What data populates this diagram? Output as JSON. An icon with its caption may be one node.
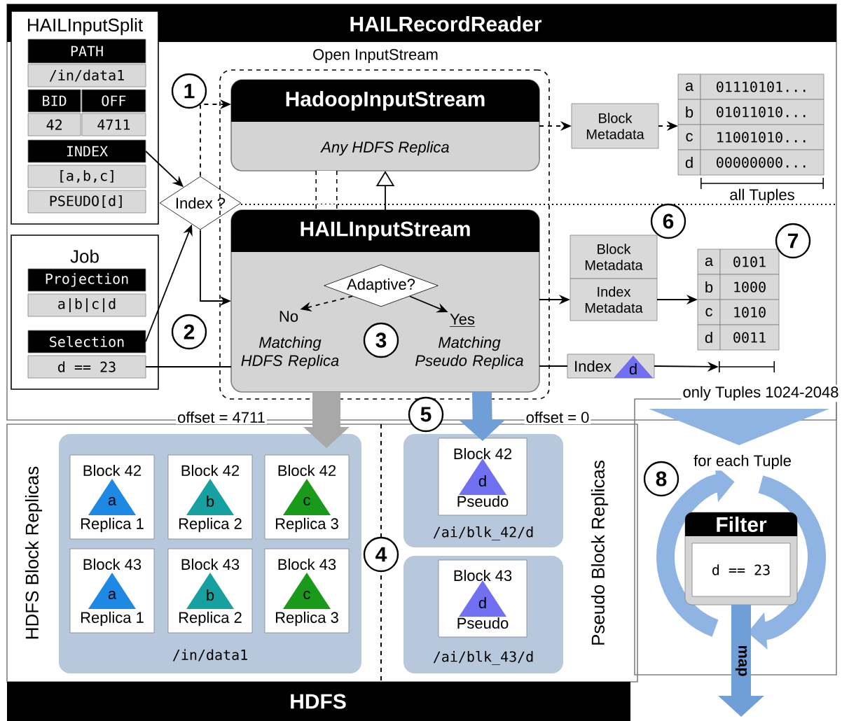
{
  "diagram": {
    "nodes": [
      {
        "text": [
          "HAILRecordReader"
        ]
      },
      {
        "text": [
          "HAILInputSplit"
        ],
        "in": 0
      },
      {
        "text": [
          "PATH"
        ],
        "in": 1
      },
      {
        "text": [
          "/in/data1"
        ],
        "in": 1
      },
      {
        "text": [
          "BID"
        ],
        "in": 1
      },
      {
        "text": [
          "OFF"
        ],
        "in": 1
      },
      {
        "text": [
          "42"
        ],
        "in": 1
      },
      {
        "text": [
          "4711"
        ],
        "in": 1
      },
      {
        "text": [
          "INDEX"
        ],
        "in": 1
      },
      {
        "text": [
          "[a,b,c]"
        ],
        "in": 1
      },
      {
        "text": [
          "PSEUDO[d]"
        ],
        "in": 1
      },
      {
        "text": [
          "Job"
        ],
        "in": 0
      },
      {
        "text": [
          "Projection"
        ],
        "in": 11
      },
      {
        "text": [
          "a|b|c|d"
        ],
        "in": 11
      },
      {
        "text": [
          "Selection"
        ],
        "in": 11
      },
      {
        "text": [
          "d == 23"
        ],
        "in": 11
      },
      {
        "text": [
          "Index ?"
        ],
        "in": 0
      },
      {
        "text": [
          "Open InputStream"
        ],
        "in": 0
      },
      {
        "text": [
          "HadoopInputStream",
          "Any HDFS Replica"
        ],
        "in": 17
      },
      {
        "text": [
          "HAILInputStream",
          "Matching HDFS Replica",
          "Matching Pseudo Replica"
        ],
        "in": 17
      },
      {
        "text": [
          "Adaptive?"
        ],
        "in": 19
      },
      {
        "text": [
          "No"
        ],
        "in": 19
      },
      {
        "text": [
          "Yes"
        ],
        "in": 19
      },
      {
        "text": [
          "Block Metadata"
        ],
        "in": 0
      },
      {
        "text": [
          "a",
          "01110101...",
          "b",
          "01011010...",
          "c",
          "11001010...",
          "d",
          "00000000..."
        ],
        "beside": [
          "all Tuples"
        ],
        "in": 0
      },
      {
        "text": [
          "Block Metadata"
        ],
        "in": 0
      },
      {
        "text": [
          "Index Metadata"
        ],
        "in": 0
      },
      {
        "text": [
          "a",
          "0101",
          "b",
          "1000",
          "c",
          "1010",
          "d",
          "0011"
        ],
        "in": 0
      },
      {
        "text": [
          "Index",
          "d"
        ],
        "in": 0
      },
      {
        "text": [
          "HDFS Block Replicas"
        ]
      },
      {
        "text": [
          "/in/data1"
        ],
        "in": 29
      },
      {
        "text": [
          "Block 42",
          "a",
          "Replica 1"
        ],
        "in": 30
      },
      {
        "text": [
          "Block 42",
          "b",
          "Replica 2"
        ],
        "in": 30
      },
      {
        "text": [
          "Block 42",
          "c",
          "Replica 3"
        ],
        "in": 30
      },
      {
        "text": [
          "Block 43",
          "a",
          "Replica 1"
        ],
        "in": 30
      },
      {
        "text": [
          "Block 43",
          "b",
          "Replica 2"
        ],
        "in": 30
      },
      {
        "text": [
          "Block 43",
          "c",
          "Replica 3"
        ],
        "in": 30
      },
      {
        "text": [
          "Pseudo Block Replicas"
        ]
      },
      {
        "text": [
          "/ai/blk_42/d"
        ],
        "in": 37
      },
      {
        "text": [
          "Block 42",
          "d",
          "Pseudo"
        ],
        "in": 38
      },
      {
        "text": [
          "/ai/blk_43/d"
        ],
        "in": 37
      },
      {
        "text": [
          "Block 43",
          "d",
          "Pseudo"
        ],
        "in": 40
      },
      {
        "text": [
          "HDFS"
        ]
      },
      {
        "text": [],
        "shape": "box"
      },
      {
        "text": [],
        "shape": "triangle",
        "in": 43
      },
      {
        "text": [
          "Filter",
          "d == 23"
        ],
        "in": 43
      },
      {
        "text": [
          "only Tuples 1024-2048"
        ],
        "in": 0
      }
    ],
    "edges": [
      {
        "from": 8,
        "to": 16,
        "arrow": "to"
      },
      {
        "from": 14,
        "to": 16,
        "arrow": "to"
      },
      {
        "from": 16,
        "to": 18,
        "arrow": "to",
        "style": "dashed"
      },
      {
        "from": 16,
        "to": 19,
        "arrow": "to"
      },
      {
        "from": 15,
        "to": 19,
        "arrow": "none"
      },
      {
        "from": 19,
        "to": 18,
        "arrow": "to"
      },
      {
        "from": 18,
        "to": 19,
        "arrow": "none",
        "style": "dashed"
      },
      {
        "from": 19,
        "to": 30,
        "arrow": "to",
        "style": "thick",
        "color": "#a8a8a8",
        "label": "offset = 4711"
      },
      {
        "from": 19,
        "to": 39,
        "arrow": "to",
        "style": "thick",
        "color": "#6f9fd6",
        "label": "offset = 0"
      },
      {
        "from": 18,
        "to": 23,
        "arrow": "to",
        "style": "dashed"
      },
      {
        "from": 23,
        "to": 24,
        "arrow": "to",
        "style": "dashed"
      },
      {
        "from": 19,
        "to": 26,
        "arrow": "to"
      },
      {
        "from": 26,
        "to": 27,
        "arrow": "to"
      },
      {
        "from": 19,
        "to": 28,
        "arrow": "none"
      },
      {
        "from": 28,
        "to": 46,
        "arrow": "to"
      },
      {
        "from": 20,
        "to": 21,
        "arrow": "to",
        "style": "dashed"
      },
      {
        "from": 20,
        "to": 22,
        "arrow": "to"
      },
      {
        "from": 45,
        "to": null,
        "arrow": "to",
        "style": "thick",
        "color": "#6f9fd6",
        "label": "map"
      }
    ],
    "labels": [
      "1",
      "6",
      "7",
      "2",
      "3",
      "5",
      "4",
      "8",
      "for each Tuple"
    ]
  }
}
